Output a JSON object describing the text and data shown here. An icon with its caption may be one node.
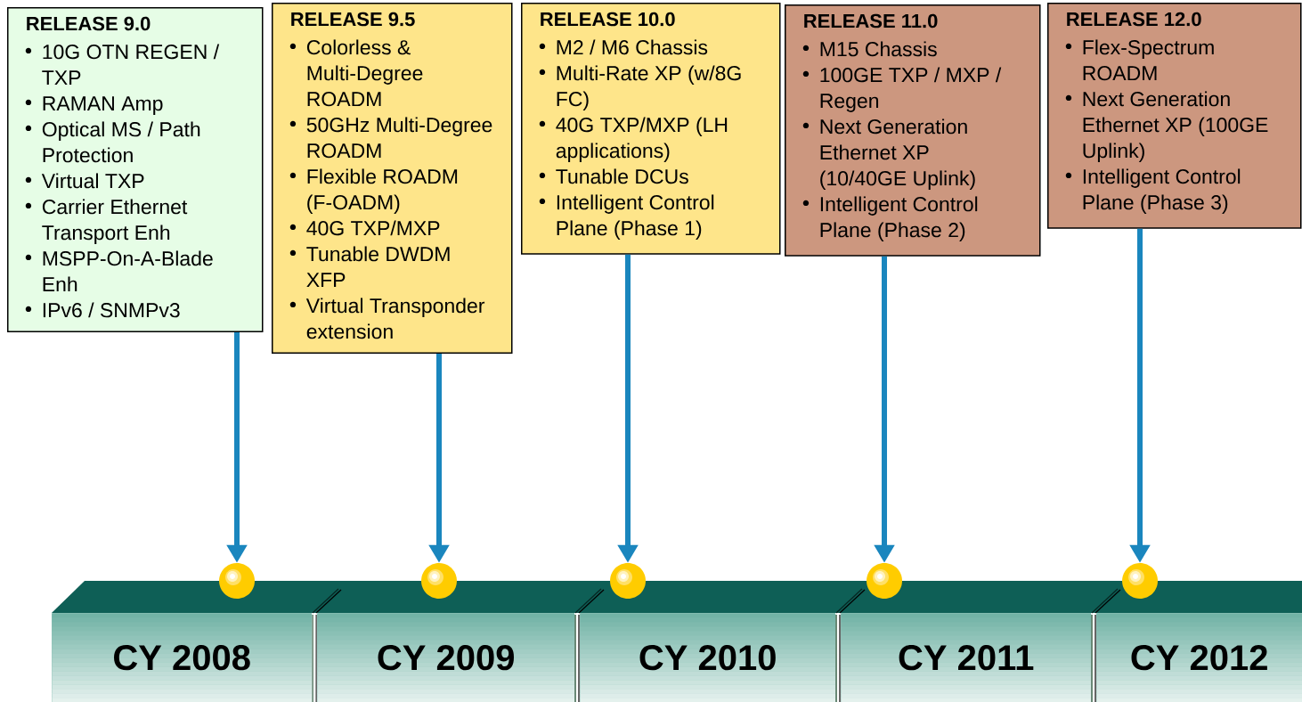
{
  "diagram": {
    "nodes": [
      {
        "text": [
          "RELEASE 9.0",
          "10G OTN REGEN / TXP",
          "RAMAN Amp",
          "Optical MS / Path Protection",
          "Virtual TXP",
          "Carrier Ethernet Transport Enh",
          "MSPP-On-A-Blade Enh",
          "IPv6 / SNMPv3"
        ]
      },
      {
        "text": [
          "RELEASE 9.5",
          "Colorless & Multi-Degree ROADM",
          "50GHz Multi-Degree ROADM",
          "Flexible ROADM (F-OADM)",
          "40G TXP/MXP",
          "Tunable DWDM XFP",
          "Virtual Transponder extension"
        ]
      },
      {
        "text": [
          "RELEASE 10.0",
          "M2 / M6 Chassis",
          "Multi-Rate XP (w/8G FC)",
          "40G TXP/MXP (LH applications)",
          "Tunable DCUs",
          "Intelligent Control Plane (Phase 1)"
        ]
      },
      {
        "text": [
          "RELEASE 11.0",
          "M15 Chassis",
          "100GE TXP / MXP / Regen",
          "Next Generation Ethernet XP (10/40GE Uplink)",
          "Intelligent Control Plane (Phase 2)"
        ]
      },
      {
        "text": [
          "RELEASE 12.0",
          "Flex-Spectrum ROADM",
          "Next Generation Ethernet XP (100GE Uplink)",
          "Intelligent Control Plane (Phase 3)"
        ]
      },
      {
        "text": [],
        "shape": "circle"
      },
      {
        "text": [],
        "shape": "circle"
      },
      {
        "text": [],
        "shape": "circle"
      },
      {
        "text": [],
        "shape": "circle"
      },
      {
        "text": [],
        "shape": "circle"
      },
      {
        "text": [
          "CY 2008"
        ]
      },
      {
        "text": [
          "CY 2009"
        ]
      },
      {
        "text": [
          "CY 2010"
        ]
      },
      {
        "text": [
          "CY 2011"
        ]
      },
      {
        "text": [
          "CY 2012"
        ]
      }
    ],
    "edges": [
      {
        "from": 0,
        "to": 5,
        "arrow": "to"
      },
      {
        "from": 1,
        "to": 6,
        "arrow": "to"
      },
      {
        "from": 2,
        "to": 7,
        "arrow": "to"
      },
      {
        "from": 3,
        "to": 8,
        "arrow": "to"
      },
      {
        "from": 4,
        "to": 9,
        "arrow": "to"
      }
    ]
  }
}
